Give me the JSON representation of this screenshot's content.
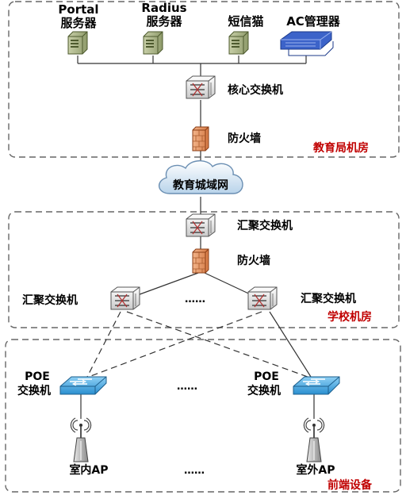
{
  "zones": {
    "bureau": "教育局机房",
    "school": "学校机房",
    "front": "前端设备"
  },
  "servers": {
    "portal_line1": "Portal",
    "portal_line2": "服务器",
    "radius_line1": "Radius",
    "radius_line2": "服务器",
    "sms": "短信猫",
    "ac": "AC管理器"
  },
  "bureau": {
    "core_switch": "核心交换机",
    "firewall": "防火墙"
  },
  "cloud": "教育城域网",
  "school": {
    "agg_switch_top": "汇聚交换机",
    "firewall": "防火墙",
    "agg_switch_left": "汇聚交换机",
    "agg_switch_right": "汇聚交换机",
    "ellipsis": "……"
  },
  "front": {
    "poe_left_line1": "POE",
    "poe_left_line2": "交换机",
    "poe_right_line1": "POE",
    "poe_right_line2": "交换机",
    "ellipsis_poe": "……",
    "ap_indoor": "室内AP",
    "ap_outdoor": "室外AP",
    "ellipsis_ap": "……"
  }
}
